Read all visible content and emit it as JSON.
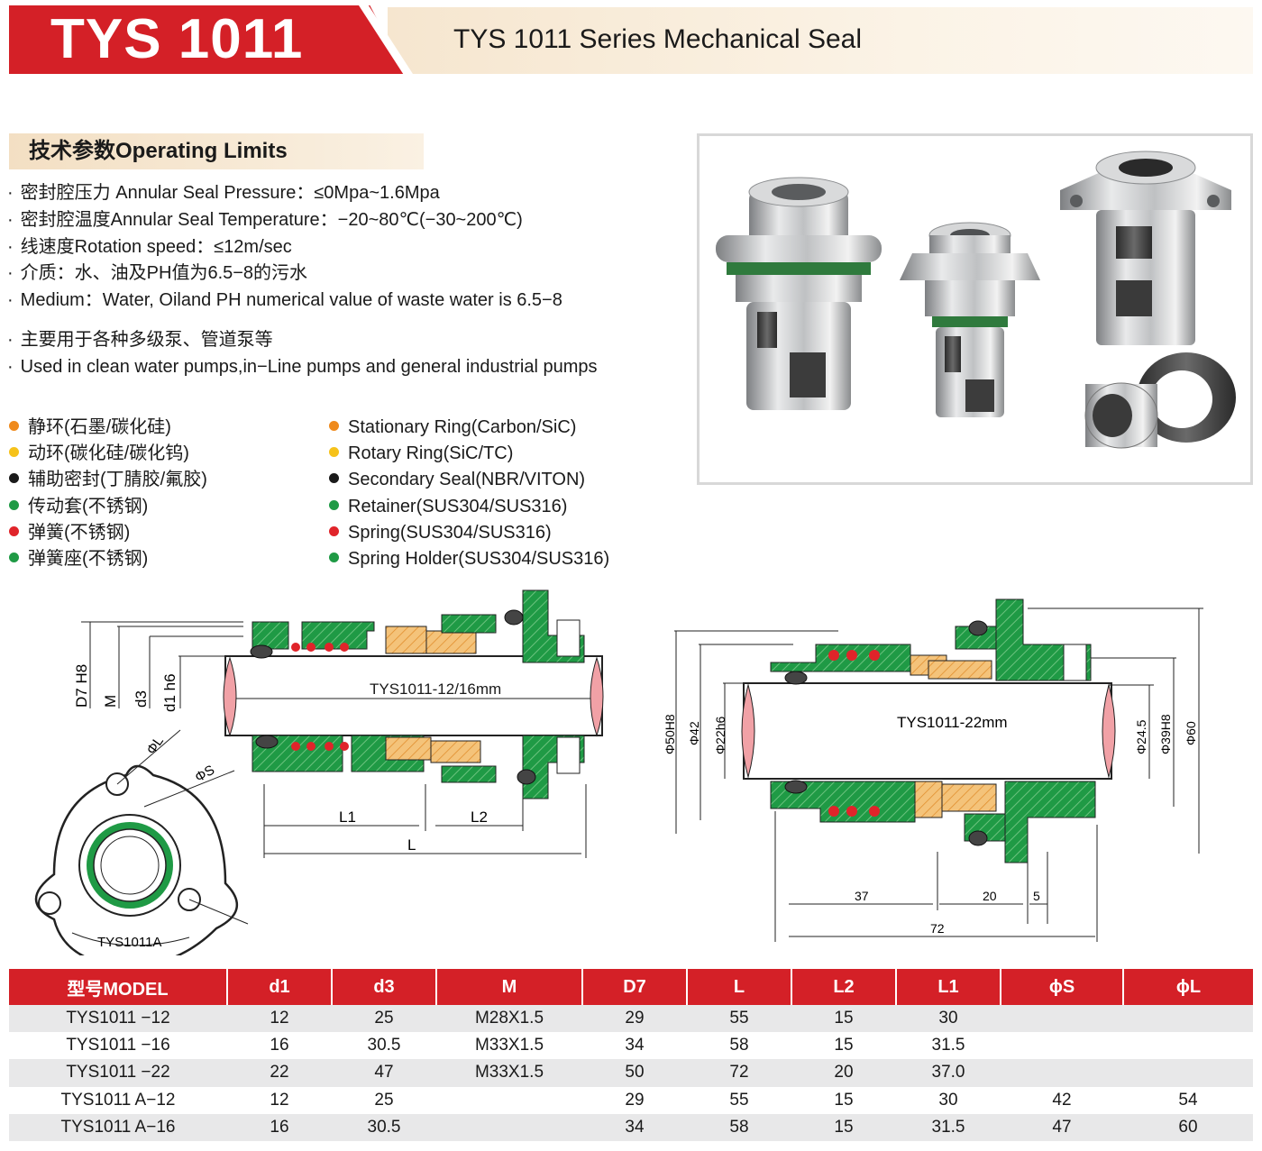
{
  "header": {
    "code": "TYS 1011",
    "title": "TYS 1011 Series Mechanical Seal"
  },
  "operating_limits": {
    "title": "技术参数Operating Limits",
    "items": [
      "密封腔压力 Annular Seal Pressure：≤0Mpa~1.6Mpa",
      "密封腔温度Annular Seal Temperature：−20~80℃(−30~200℃)",
      "线速度Rotation speed：≤12m/sec",
      "介质：水、油及PH值为6.5−8的污水",
      "Medium：Water, Oiland PH numerical value of waste water is 6.5−8"
    ],
    "usage": [
      "主要用于各种多级泵、管道泵等",
      "Used in clean water pumps,in−Line pumps and general industrial pumps"
    ]
  },
  "materials": {
    "cn": [
      "静环(石墨/碳化硅)",
      "动环(碳化硅/碳化钨)",
      "辅助密封(丁腈胶/氟胶)",
      "传动套(不锈钢)",
      "弹簧(不锈钢)",
      "弹簧座(不锈钢)"
    ],
    "en": [
      "Stationary Ring(Carbon/SiC)",
      "Rotary Ring(SiC/TC)",
      "Secondary Seal(NBR/VITON)",
      "Retainer(SUS304/SUS316)",
      "Spring(SUS304/SUS316)",
      "Spring Holder(SUS304/SUS316)"
    ],
    "colors": [
      "#ef8a1c",
      "#f6c21a",
      "#1a1a1a",
      "#1f9a45",
      "#e0242a",
      "#1f9a45"
    ]
  },
  "drawing_left": {
    "label": "TYS1011-12/16mm",
    "dims": [
      "D7 H8",
      "M",
      "d3",
      "d1 h6",
      "L1",
      "L2",
      "L",
      "ΦL",
      "ΦS"
    ],
    "flange_label": "TYS1011A"
  },
  "drawing_right": {
    "label": "TYS1011-22mm",
    "dims": [
      "Φ50H8",
      "Φ42",
      "Φ22h6",
      "Φ24.5",
      "Φ39H8",
      "Φ60",
      "37",
      "20",
      "5",
      "72"
    ]
  },
  "table": {
    "headers": [
      "型号MODEL",
      "d1",
      "d3",
      "M",
      "D7",
      "L",
      "L2",
      "L1",
      "ϕS",
      "ϕL"
    ],
    "rows": [
      [
        "TYS1011 −12",
        "12",
        "25",
        "M28X1.5",
        "29",
        "55",
        "15",
        "30",
        "",
        ""
      ],
      [
        "TYS1011 −16",
        "16",
        "30.5",
        "M33X1.5",
        "34",
        "58",
        "15",
        "31.5",
        "",
        ""
      ],
      [
        "TYS1011 −22",
        "22",
        "47",
        "M33X1.5",
        "50",
        "72",
        "20",
        "37.0",
        "",
        ""
      ],
      [
        "TYS1011 A−12",
        "12",
        "25",
        "",
        "29",
        "55",
        "15",
        "30",
        "42",
        "54"
      ],
      [
        "TYS1011 A−16",
        "16",
        "30.5",
        "",
        "34",
        "58",
        "15",
        "31.5",
        "47",
        "60"
      ]
    ]
  }
}
